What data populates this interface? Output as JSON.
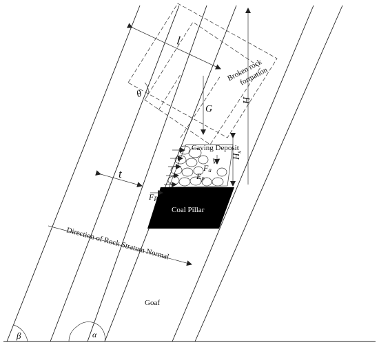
{
  "labels": {
    "l": "l",
    "broken_rock": [
      "Broken rock",
      "formation"
    ],
    "theta": "θ",
    "G": "G",
    "H": "H",
    "caving_deposit": "Caving Deposit",
    "W": "W",
    "Fa": "F",
    "Fa_sub": "a",
    "Ep": "E",
    "Ep_sub": "p",
    "Hs": "H",
    "Hs_sub": "s",
    "t": "t",
    "Fp": "F",
    "Fp_sub": "P",
    "coal_pillar": "Coal Pillar",
    "stratum_normal": "Direction of Rock Stratum Normal",
    "goaf": "Goaf",
    "beta": "β",
    "alpha": "α"
  },
  "colors": {
    "line": "#222222",
    "pillar": "#000000",
    "pillar_text": "#ffffff"
  }
}
